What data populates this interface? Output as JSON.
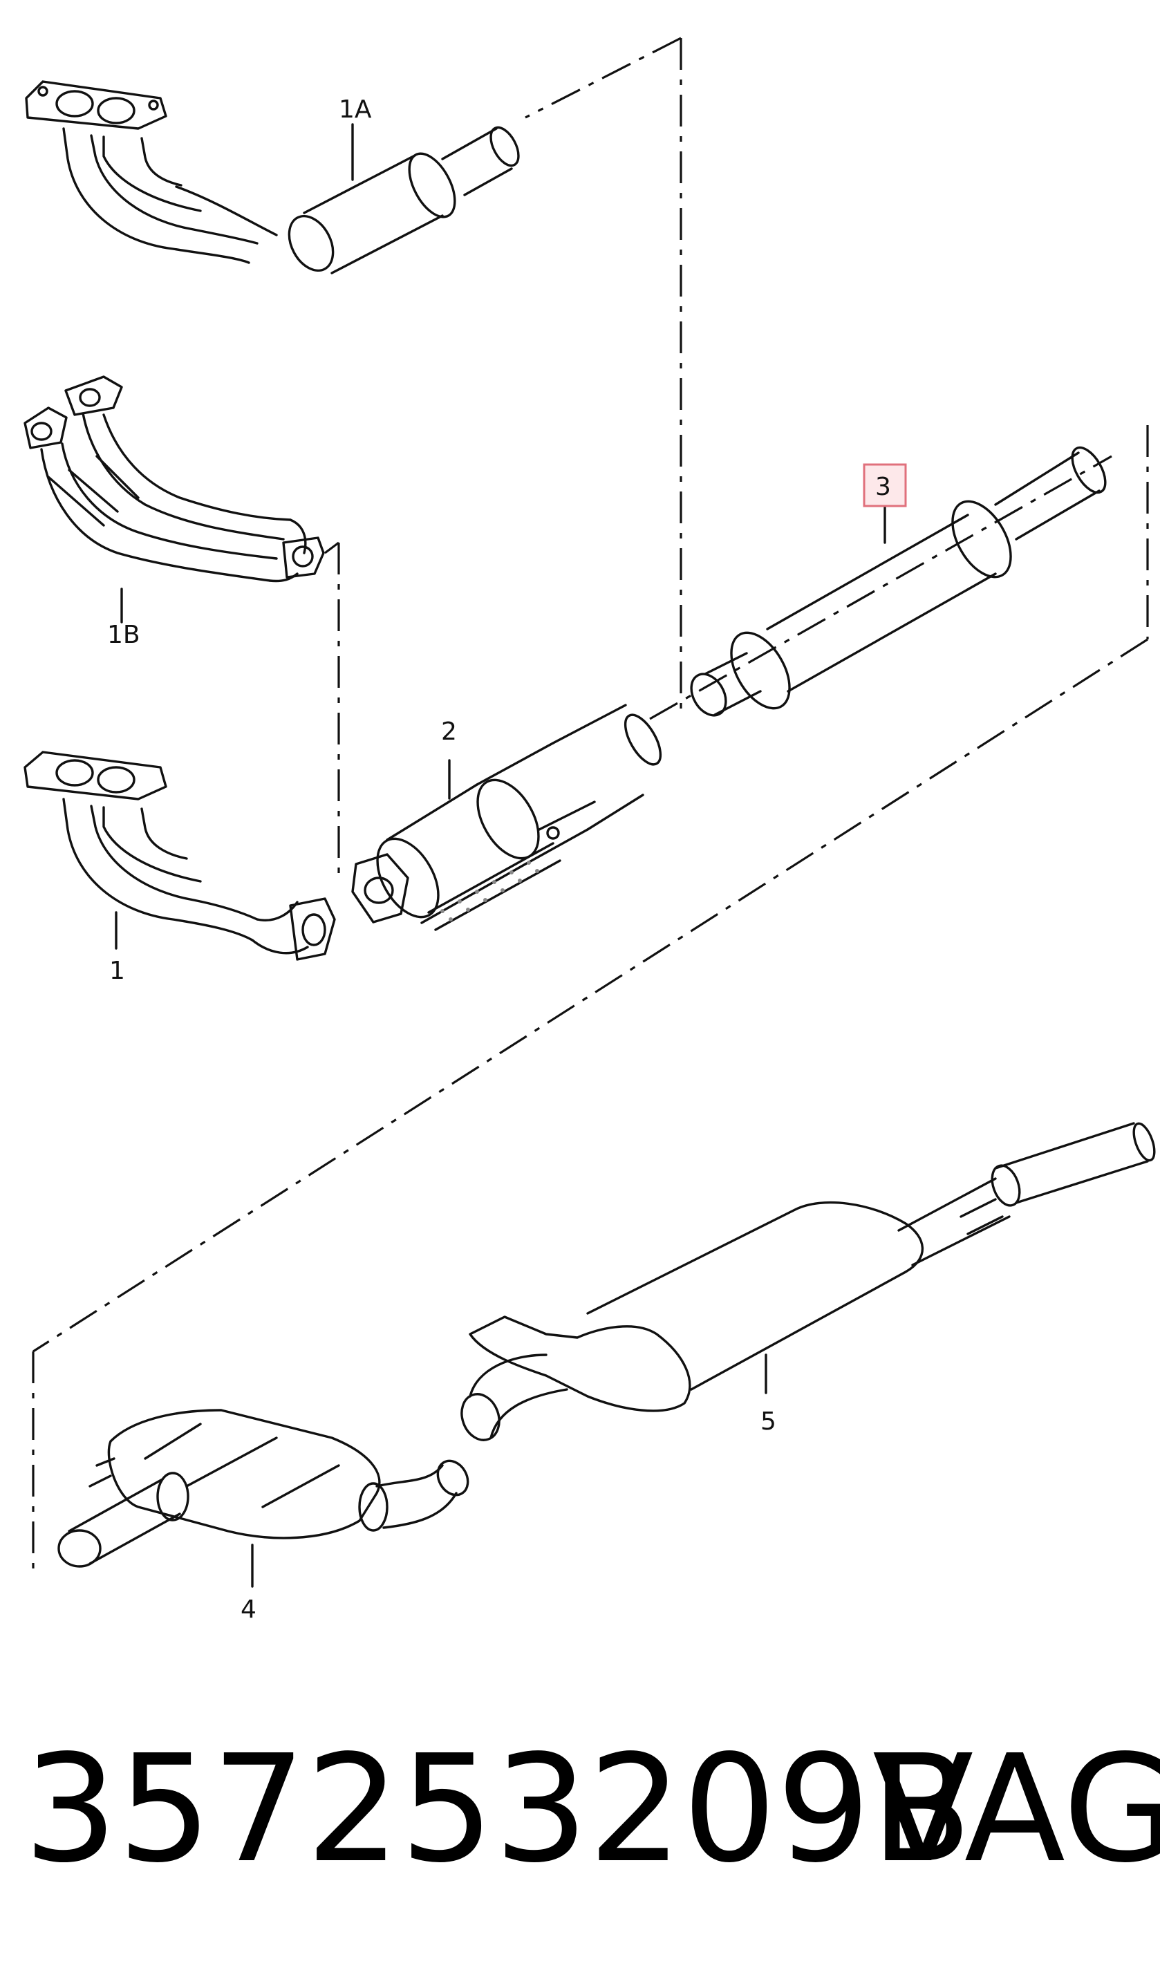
{
  "callouts": {
    "c1A": "1A",
    "c1B": "1B",
    "c1": "1",
    "c2": "2",
    "c3": "3",
    "c4": "4",
    "c5": "5"
  },
  "highlighted_callout": "3",
  "footer": {
    "part_number": "357253209B",
    "brand": "VAG"
  },
  "colors": {
    "line": "#111111",
    "highlight_fill": "#fde8ea",
    "highlight_border": "#e0707c",
    "background": "#ffffff"
  }
}
